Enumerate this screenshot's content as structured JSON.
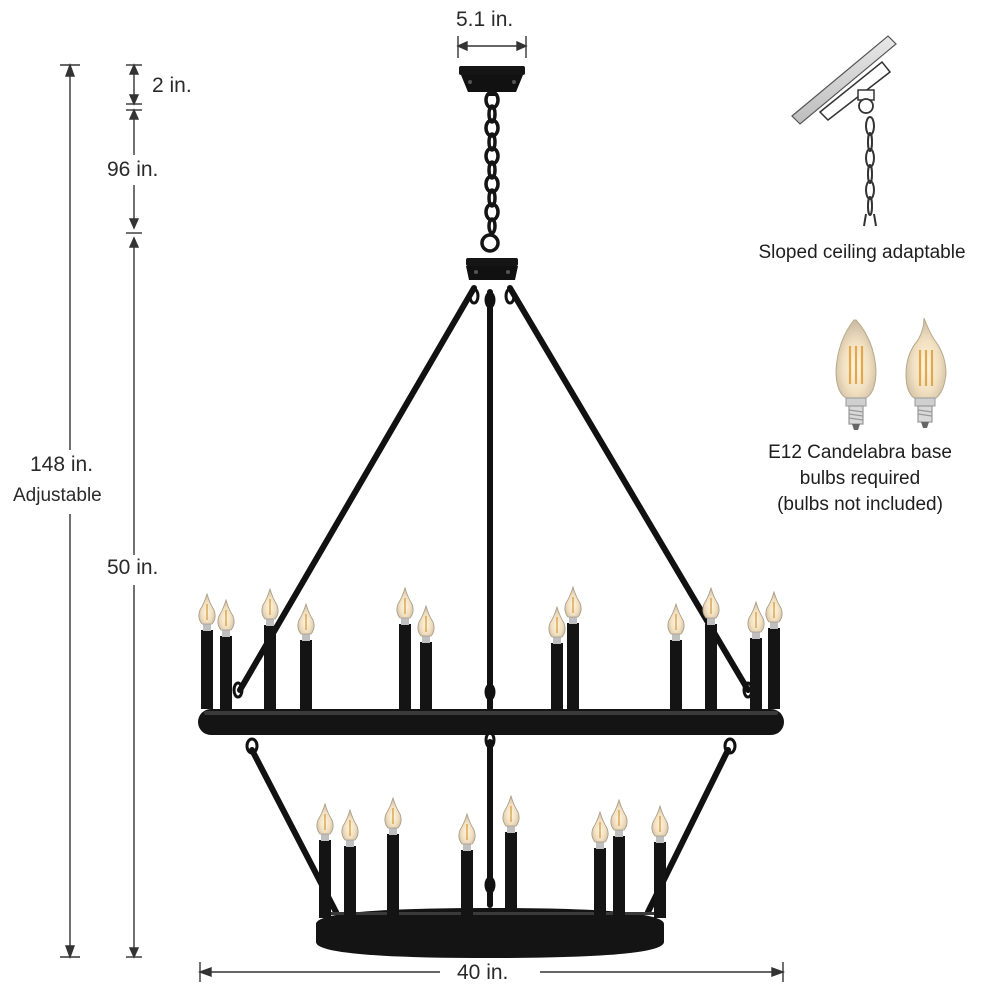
{
  "dimensions": {
    "canopy_width": "5.1 in.",
    "canopy_height": "2 in.",
    "chain_length": "96 in.",
    "total_height": "148 in.",
    "total_height_note": "Adjustable",
    "fixture_height": "50 in.",
    "width": "40 in."
  },
  "features": {
    "sloped_ceiling": "Sloped ceiling adaptable",
    "bulbs_line1": "E12 Candelabra base",
    "bulbs_line2": "bulbs required",
    "bulbs_line3": "(bulbs not included)"
  },
  "colors": {
    "fixture": "#111111",
    "dimension_line": "#333333",
    "bulb_glow": "#f2d8a6"
  }
}
